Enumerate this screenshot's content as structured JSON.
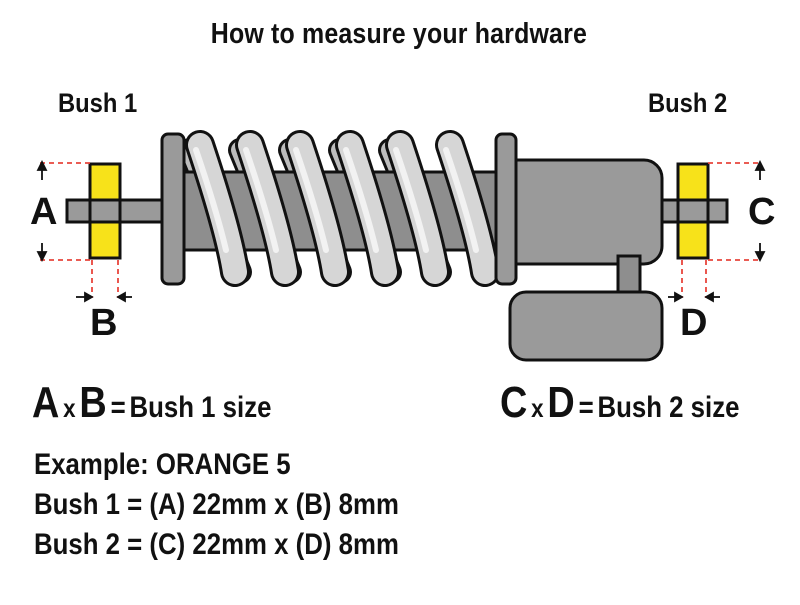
{
  "title": "How to measure your hardware",
  "bush1": {
    "label": "Bush 1"
  },
  "bush2": {
    "label": "Bush 2"
  },
  "dimensions": {
    "a": "A",
    "b": "B",
    "c": "C",
    "d": "D"
  },
  "formula1": {
    "first": "A",
    "times": "x",
    "second": "B",
    "equals": "=",
    "result": "Bush 1 size"
  },
  "formula2": {
    "first": "C",
    "times": "x",
    "second": "D",
    "equals": "=",
    "result": "Bush 2 size"
  },
  "example": {
    "title": "Example: ORANGE 5",
    "line1": "Bush 1 = (A) 22mm x (B) 8mm",
    "line2": "Bush 2 = (C) 22mm x (D) 8mm"
  },
  "colors": {
    "bush": "#f7e21a",
    "shock_body": "#9a9a9a",
    "spring": "#d6d6d6",
    "outline": "#111111",
    "dimension_line": "#e8453c"
  }
}
